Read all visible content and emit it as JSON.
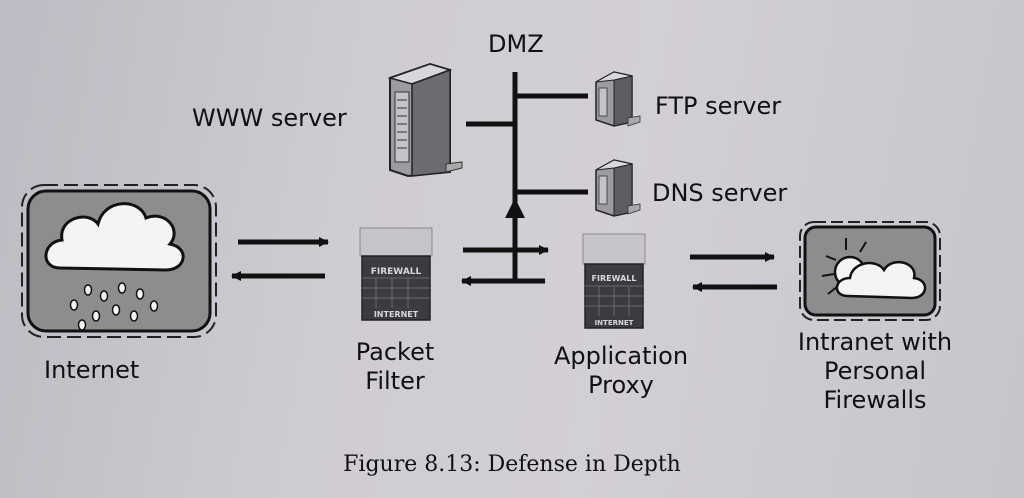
{
  "labels": {
    "dmz": "DMZ",
    "www_server": "WWW server",
    "ftp_server": "FTP server",
    "dns_server": "DNS server",
    "internet": "Internet",
    "packet_filter": [
      "Packet",
      "Filter"
    ],
    "application_proxy": [
      "Application",
      "Proxy"
    ],
    "intranet": [
      "Intranet with",
      "Personal",
      "Firewalls"
    ]
  },
  "firewall_text": [
    "FIREWALL",
    "INTERNET"
  ],
  "caption": "Figure 8.13: Defense in Depth",
  "colors": {
    "line": "#111111",
    "cloud_panel": "#8d8d8f",
    "cloud": "#f4f4f4"
  }
}
